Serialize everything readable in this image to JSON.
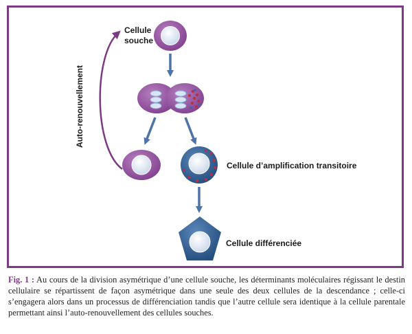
{
  "labels": {
    "stem_cell_line1": "Cellule",
    "stem_cell_line2": "souche",
    "amplification": "Cellule d’amplification transitoire",
    "differentiated": "Cellule différenciée",
    "self_renewal": "Auto-renouvellement"
  },
  "caption": {
    "lead": "Fig. 1 :",
    "text": "Au cours de la division asymétrique d’une cellule souche, les déterminants moléculaires régissant le destin cellulaire se répartissent de façon asymétrique dans une seule des deux cellules de la descendance ; celle-ci s’engagera alors dans un processus de différenciation tandis que l’autre cellule sera identique à la cellule parentale permettant ainsi l’auto-renouvellement des cellules souches."
  },
  "colors": {
    "frame": "#7b3a83",
    "stem_cell": "#8e4d9a",
    "committed_cell": "#2f5d8f",
    "nucleus": "#dde6f3",
    "determinant_dots": "#b83044",
    "arrow": "#4e73a8",
    "self_renewal_arrow": "#7b3a83"
  }
}
